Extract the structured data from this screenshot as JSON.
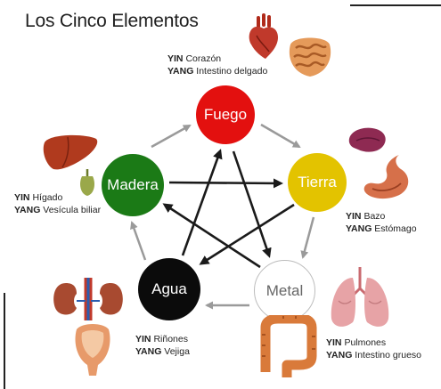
{
  "title": "Los Cinco Elementos",
  "colors": {
    "fuego": "#e3100f",
    "tierra": "#e3c300",
    "metal": "#ffffff",
    "agua": "#0b0b0b",
    "madera": "#1b7a16",
    "arrow_gray": "#9a9a9a",
    "arrow_black": "#1a1a1a"
  },
  "elements": {
    "fuego": {
      "name": "Fuego",
      "yin_tag": "YIN",
      "yin": "Corazón",
      "yang_tag": "YANG",
      "yang": "Intestino delgado",
      "organs": [
        "heart-icon",
        "small-intestine-icon"
      ]
    },
    "tierra": {
      "name": "Tierra",
      "yin_tag": "YIN",
      "yin": "Bazo",
      "yang_tag": "YANG",
      "yang": "Estómago",
      "organs": [
        "spleen-icon",
        "stomach-icon"
      ]
    },
    "metal": {
      "name": "Metal",
      "yin_tag": "YIN",
      "yin": "Pulmones",
      "yang_tag": "YANG",
      "yang": "Intestino grueso",
      "organs": [
        "lungs-icon",
        "large-intestine-icon"
      ]
    },
    "agua": {
      "name": "Agua",
      "yin_tag": "YIN",
      "yin": "Riñones",
      "yang_tag": "YANG",
      "yang": "Vejiga",
      "organs": [
        "kidneys-icon",
        "bladder-icon"
      ]
    },
    "madera": {
      "name": "Madera",
      "yin_tag": "YIN",
      "yin": "Hígado",
      "yang_tag": "YANG",
      "yang": "Vesícula biliar",
      "organs": [
        "liver-icon",
        "gallbladder-icon"
      ]
    }
  }
}
